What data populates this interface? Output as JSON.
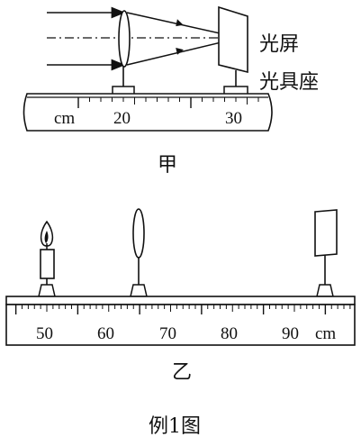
{
  "figure": {
    "caption": "例1图"
  },
  "part_a": {
    "label": "甲",
    "screen_label": "光屏",
    "mount_label": "光具座",
    "ruler": {
      "unit": "cm",
      "ticks": [
        "20",
        "30"
      ]
    }
  },
  "part_b": {
    "label": "乙",
    "ruler": {
      "unit": "cm",
      "ticks": [
        "50",
        "60",
        "70",
        "80",
        "90"
      ]
    }
  }
}
